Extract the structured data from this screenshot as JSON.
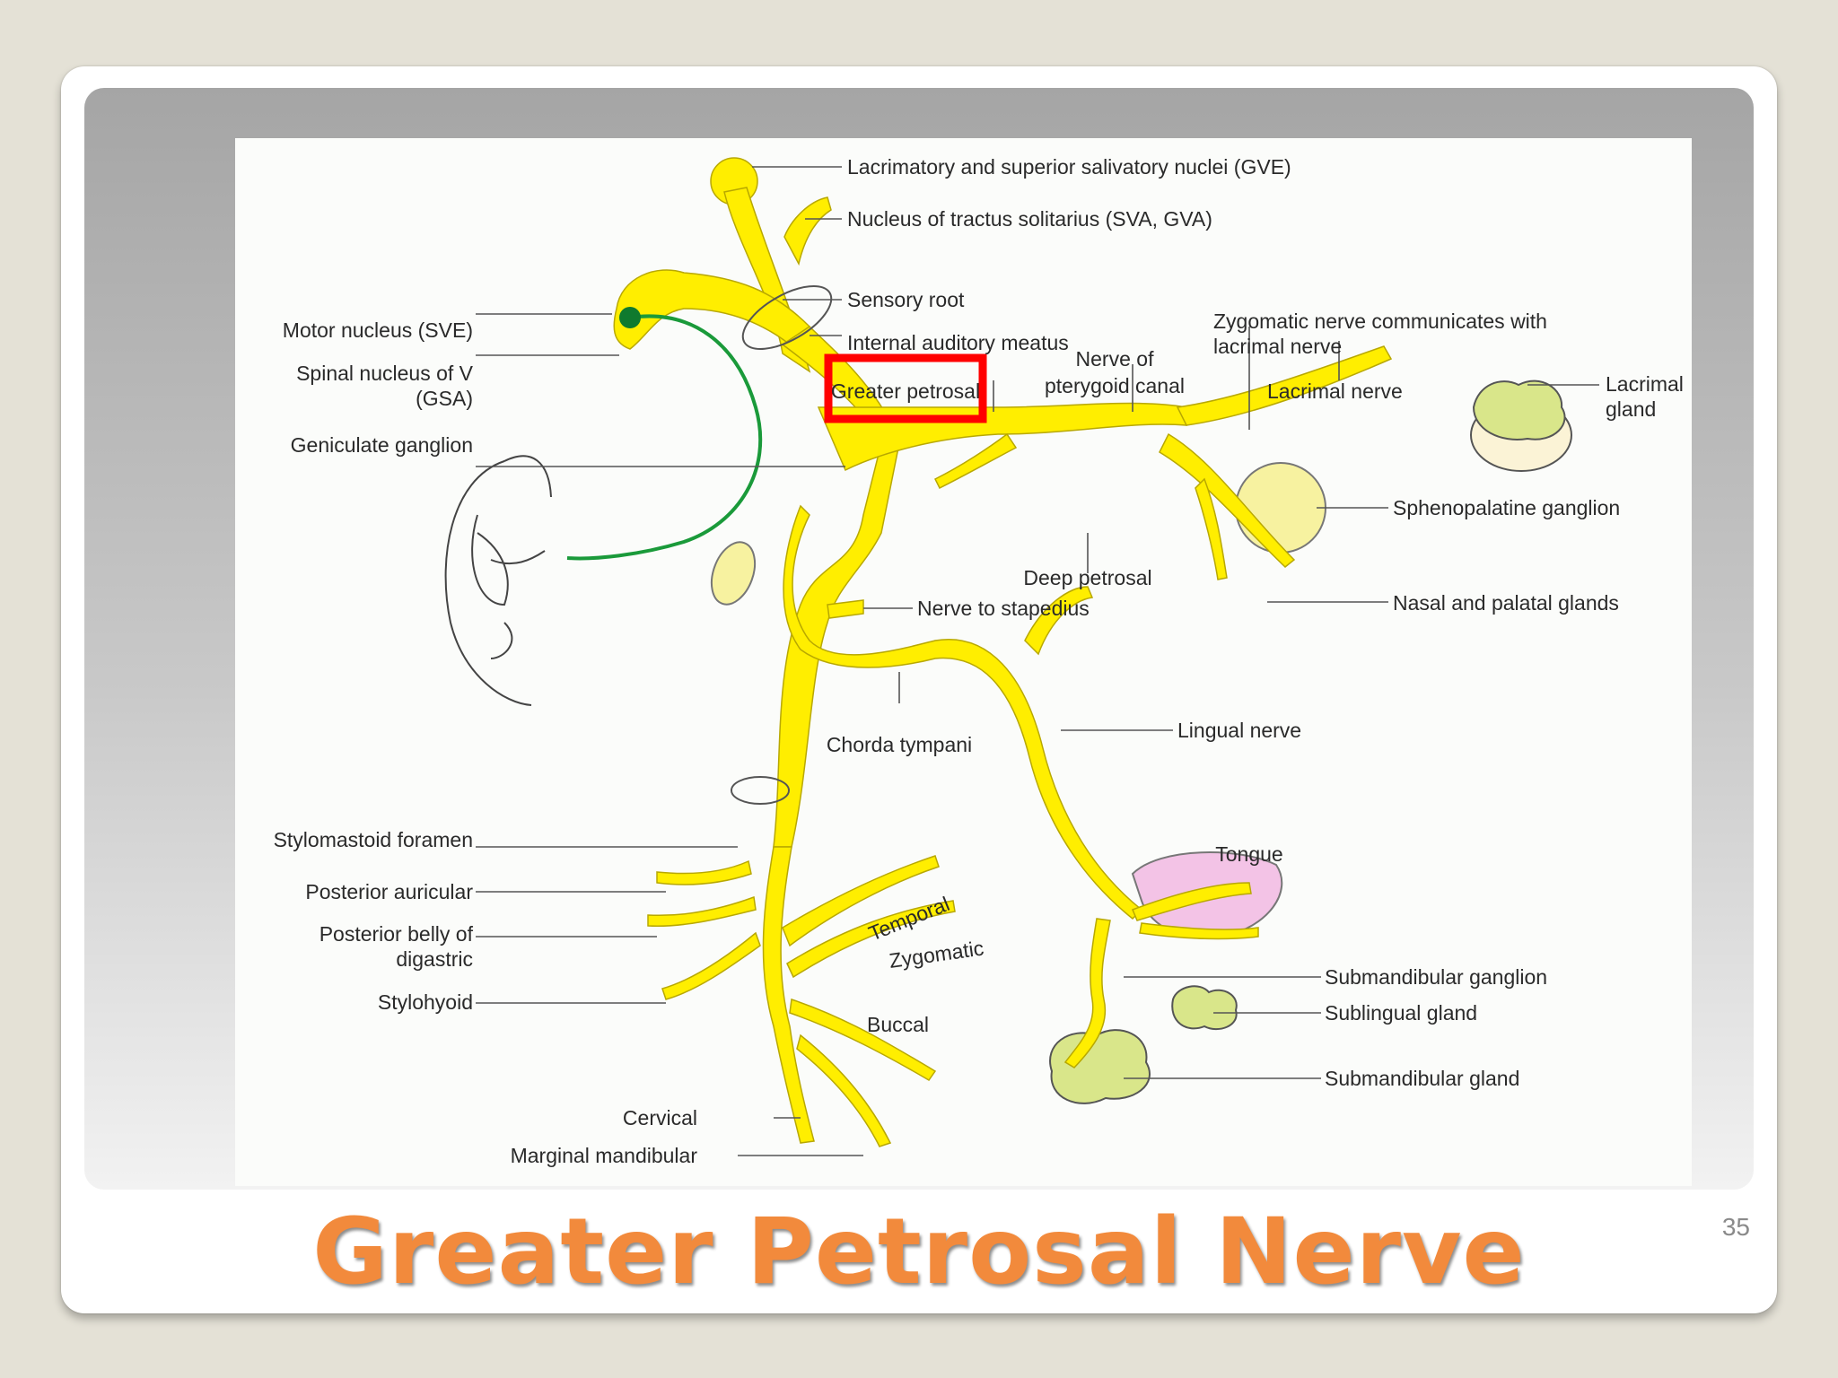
{
  "slide": {
    "title": "Greater Petrosal Nerve",
    "page_number": "35"
  },
  "diagram": {
    "highlighted_label": "Greater petrosal",
    "highlight_color": "#ff0000",
    "nerve_color": "#ffee00",
    "sensory_pathway_color": "#1a9a3a",
    "labels": {
      "lacrimatory": "Lacrimatory and superior salivatory nuclei (GVE)",
      "tractus": "Nucleus of tractus solitarius (SVA, GVA)",
      "sensory_root": "Sensory root",
      "motor_nucleus": "Motor nucleus (SVE)",
      "spinal_nucleus_1": "Spinal nucleus of V",
      "spinal_nucleus_2": "(GSA)",
      "internal_meatus": "Internal auditory meatus",
      "greater_petrosal": "Greater petrosal",
      "pterygoid_1": "Nerve of",
      "pterygoid_2": "pterygoid canal",
      "zygomatic_comm_1": "Zygomatic nerve communicates with",
      "zygomatic_comm_2": "lacrimal nerve",
      "lacrimal_nerve": "Lacrimal nerve",
      "lacrimal_gland_1": "Lacrimal",
      "lacrimal_gland_2": "gland",
      "geniculate": "Geniculate ganglion",
      "sphenopalatine": "Sphenopalatine ganglion",
      "deep_petrosal": "Deep petrosal",
      "stapedius": "Nerve to stapedius",
      "nasal_palatal": "Nasal and palatal glands",
      "lingual": "Lingual nerve",
      "chorda": "Chorda tympani",
      "tongue": "Tongue",
      "stylomastoid": "Stylomastoid foramen",
      "post_auricular": "Posterior auricular",
      "post_belly_1": "Posterior belly of",
      "post_belly_2": "digastric",
      "stylohyoid": "Stylohyoid",
      "temporal": "Temporal",
      "zygomatic": "Zygomatic",
      "buccal": "Buccal",
      "cervical": "Cervical",
      "marginal": "Marginal mandibular",
      "submandibular_ganglion": "Submandibular ganglion",
      "sublingual": "Sublingual gland",
      "submandibular_gland": "Submandibular gland"
    }
  }
}
